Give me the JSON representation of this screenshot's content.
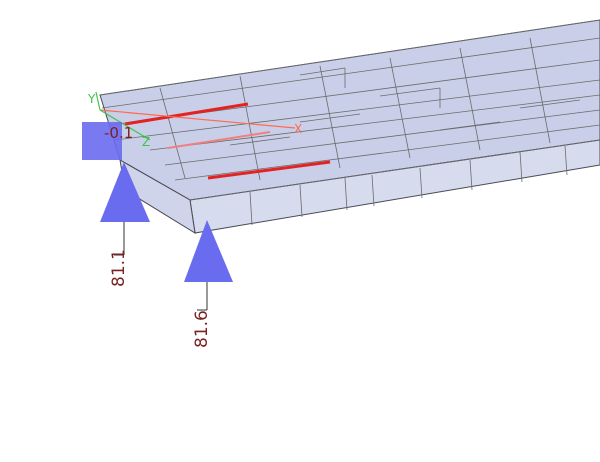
{
  "model_view": {
    "axes": {
      "x_label": "X",
      "y_label": "Y",
      "z_label": "Z"
    },
    "load_label": "-0.1",
    "supports": [
      {
        "reaction": "81.1"
      },
      {
        "reaction": "81.6"
      }
    ]
  },
  "colors": {
    "background": "#ffffff",
    "deck_face": "#c9cfe9",
    "deck_side": "#d6dbed",
    "deck_edge": "#4a4a55",
    "wire": "#6b6b6b",
    "load_line": "#e32222",
    "support": "#6a6cf0",
    "label": "#7a2222",
    "axis_x": "#ff6a4d",
    "axis_y": "#3fc44a"
  }
}
